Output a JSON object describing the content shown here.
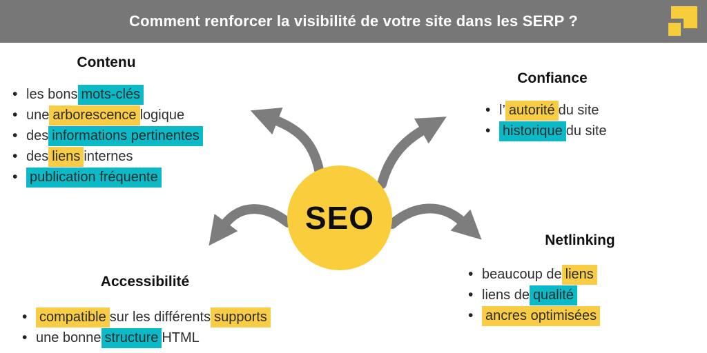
{
  "header": {
    "title": "Comment renforcer la visibilité de votre site dans les SERP ?"
  },
  "center": {
    "label": "SEO"
  },
  "colors": {
    "header_bg": "#777777",
    "title_text": "#FFFFFF",
    "accent_yellow": "#F8CC45",
    "accent_teal": "#0CBAC7",
    "circle_yellow": "#F9CD3C",
    "logo_yellow": "#F8CD3B",
    "arrow_gray": "#7D7D7D",
    "body_text": "#2E2E2E"
  },
  "icons": {
    "brand_logo": "yellow-squares-logo-icon",
    "bullet_glyph": "•"
  },
  "sections": {
    "contenu": {
      "title": "Contenu",
      "items": [
        [
          {
            "t": "les bons "
          },
          {
            "t": "mots-clés",
            "h": "teal"
          }
        ],
        [
          {
            "t": "une "
          },
          {
            "t": "arborescence",
            "h": "yellow"
          },
          {
            "t": " logique"
          }
        ],
        [
          {
            "t": "des "
          },
          {
            "t": "informations pertinentes",
            "h": "teal"
          }
        ],
        [
          {
            "t": "des "
          },
          {
            "t": "liens",
            "h": "yellow"
          },
          {
            "t": " internes"
          }
        ],
        [
          {
            "t": "publication fréquente",
            "h": "teal"
          }
        ]
      ]
    },
    "confiance": {
      "title": "Confiance",
      "items": [
        [
          {
            "t": "l’"
          },
          {
            "t": "autorité",
            "h": "yellow"
          },
          {
            "t": " du site"
          }
        ],
        [
          {
            "t": "historique",
            "h": "teal"
          },
          {
            "t": " du site"
          }
        ]
      ]
    },
    "netlinking": {
      "title": "Netlinking",
      "items": [
        [
          {
            "t": "beaucoup de "
          },
          {
            "t": "liens",
            "h": "yellow"
          }
        ],
        [
          {
            "t": "liens de "
          },
          {
            "t": "qualité",
            "h": "teal"
          }
        ],
        [
          {
            "t": "ancres optimisées",
            "h": "yellow"
          }
        ]
      ]
    },
    "accessibilite": {
      "title": "Accessibilité",
      "items": [
        [
          {
            "t": "compatible",
            "h": "yellow"
          },
          {
            "t": " sur les différents "
          },
          {
            "t": "supports",
            "h": "yellow"
          }
        ],
        [
          {
            "t": "une bonne "
          },
          {
            "t": "structure",
            "h": "teal"
          },
          {
            "t": " HTML"
          }
        ]
      ]
    }
  }
}
